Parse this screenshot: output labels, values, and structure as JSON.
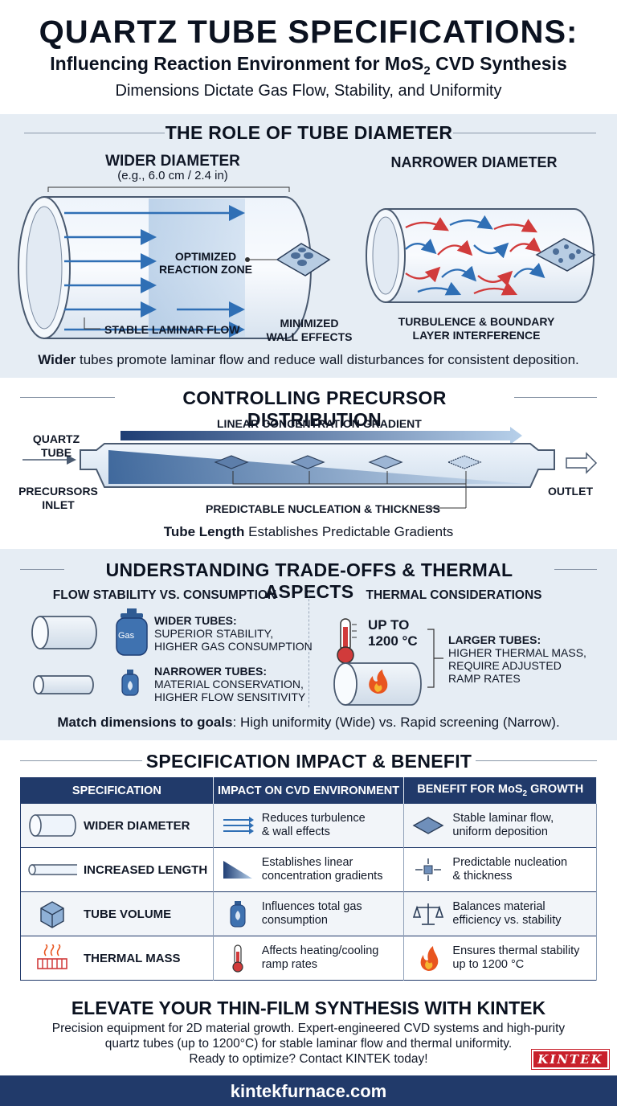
{
  "header": {
    "title": "QUARTZ TUBE SPECIFICATIONS:",
    "subtitle_pre": "Influencing Reaction Environment for MoS",
    "subtitle_sub": "2",
    "subtitle_post": " CVD Synthesis",
    "tagline": "Dimensions Dictate Gas Flow, Stability, and Uniformity"
  },
  "diameter": {
    "title": "THE ROLE OF TUBE DIAMETER",
    "wide_title": "WIDER DIAMETER",
    "wide_example": "(e.g., 6.0 cm / 2.4 in)",
    "zone_label_1": "OPTIMIZED",
    "zone_label_2": "REACTION ZONE",
    "laminar_label": "STABLE LAMINAR FLOW",
    "minimized_1": "MINIMIZED",
    "minimized_2": "WALL EFFECTS",
    "narrow_title": "NARROWER DIAMETER",
    "turbulence_1": "TURBULENCE & BOUNDARY",
    "turbulence_2": "LAYER INTERFERENCE",
    "caption_bold": "Wider",
    "caption_rest": " tubes promote laminar flow and reduce wall disturbances for consistent deposition."
  },
  "precursor": {
    "title": "CONTROLLING PRECURSOR DISTRIBUTION",
    "gradient_label": "LINEAR CONCENTRATION GRADIENT",
    "quartz_1": "QUARTZ",
    "quartz_2": "TUBE",
    "inlet_1": "PRECURSORS",
    "inlet_2": "INLET",
    "outlet": "OUTLET",
    "nucleation_label": "PREDICTABLE NUCLEATION & THICKNESS",
    "caption_bold": "Tube Length",
    "caption_rest": " Establishes Predictable Gradients"
  },
  "tradeoffs": {
    "title": "UNDERSTANDING TRADE-OFFS & THERMAL ASPECTS",
    "left_title": "FLOW STABILITY VS. CONSUMPTION",
    "gas_label": "Gas",
    "wider_head": "WIDER TUBES:",
    "wider_l1": "SUPERIOR STABILITY,",
    "wider_l2": "HIGHER GAS CONSUMPTION",
    "narrow_head": "NARROWER TUBES:",
    "narrow_l1": "MATERIAL CONSERVATION,",
    "narrow_l2": "HIGHER FLOW SENSITIVITY",
    "right_title": "THERMAL CONSIDERATIONS",
    "temp_1": "UP TO",
    "temp_2": "1200 °C",
    "larger_head": "LARGER TUBES:",
    "larger_l1": "HIGHER THERMAL MASS,",
    "larger_l2": "REQUIRE ADJUSTED",
    "larger_l3": "RAMP RATES",
    "caption_bold": "Match dimensions to goals",
    "caption_rest": ": High uniformity (Wide) vs. Rapid screening (Narrow)."
  },
  "table": {
    "title": "SPECIFICATION IMPACT & BENEFIT",
    "headers": [
      "SPECIFICATION",
      "IMPACT ON CVD ENVIRONMENT",
      "BENEFIT FOR MoS",
      "2",
      " GROWTH"
    ],
    "rows": [
      {
        "spec": "WIDER DIAMETER",
        "impact_1": "Reduces turbulence",
        "impact_2": "& wall effects",
        "benefit_1": "Stable laminar flow,",
        "benefit_2": "uniform deposition"
      },
      {
        "spec": "INCREASED LENGTH",
        "impact_1": "Establishes linear",
        "impact_2": "concentration gradients",
        "benefit_1": "Predictable nucleation",
        "benefit_2": "& thickness"
      },
      {
        "spec": "TUBE VOLUME",
        "impact_1": "Influences total gas",
        "impact_2": "consumption",
        "benefit_1": "Balances material",
        "benefit_2": "efficiency vs. stability"
      },
      {
        "spec": "THERMAL MASS",
        "impact_1": "Affects heating/cooling",
        "impact_2": "ramp rates",
        "benefit_1": "Ensures thermal stability",
        "benefit_2": "up to 1200 °C"
      }
    ]
  },
  "cta": {
    "title": "ELEVATE YOUR THIN-FILM SYNTHESIS WITH KINTEK",
    "body_1": "Precision equipment for 2D material growth. Expert-engineered CVD systems and high-purity",
    "body_2": "quartz tubes (up to 1200°C) for stable laminar flow and thermal uniformity.",
    "body_3": "Ready to optimize? Contact KINTEK today!",
    "logo": "KINTEK"
  },
  "footer": {
    "url": "kintekfurnace.com"
  },
  "colors": {
    "navy": "#213a6a",
    "panel": "#e6edf4",
    "arrow_blue": "#2f6fb5",
    "turbulence_red": "#d13b3b",
    "brand_red": "#c8202b"
  }
}
